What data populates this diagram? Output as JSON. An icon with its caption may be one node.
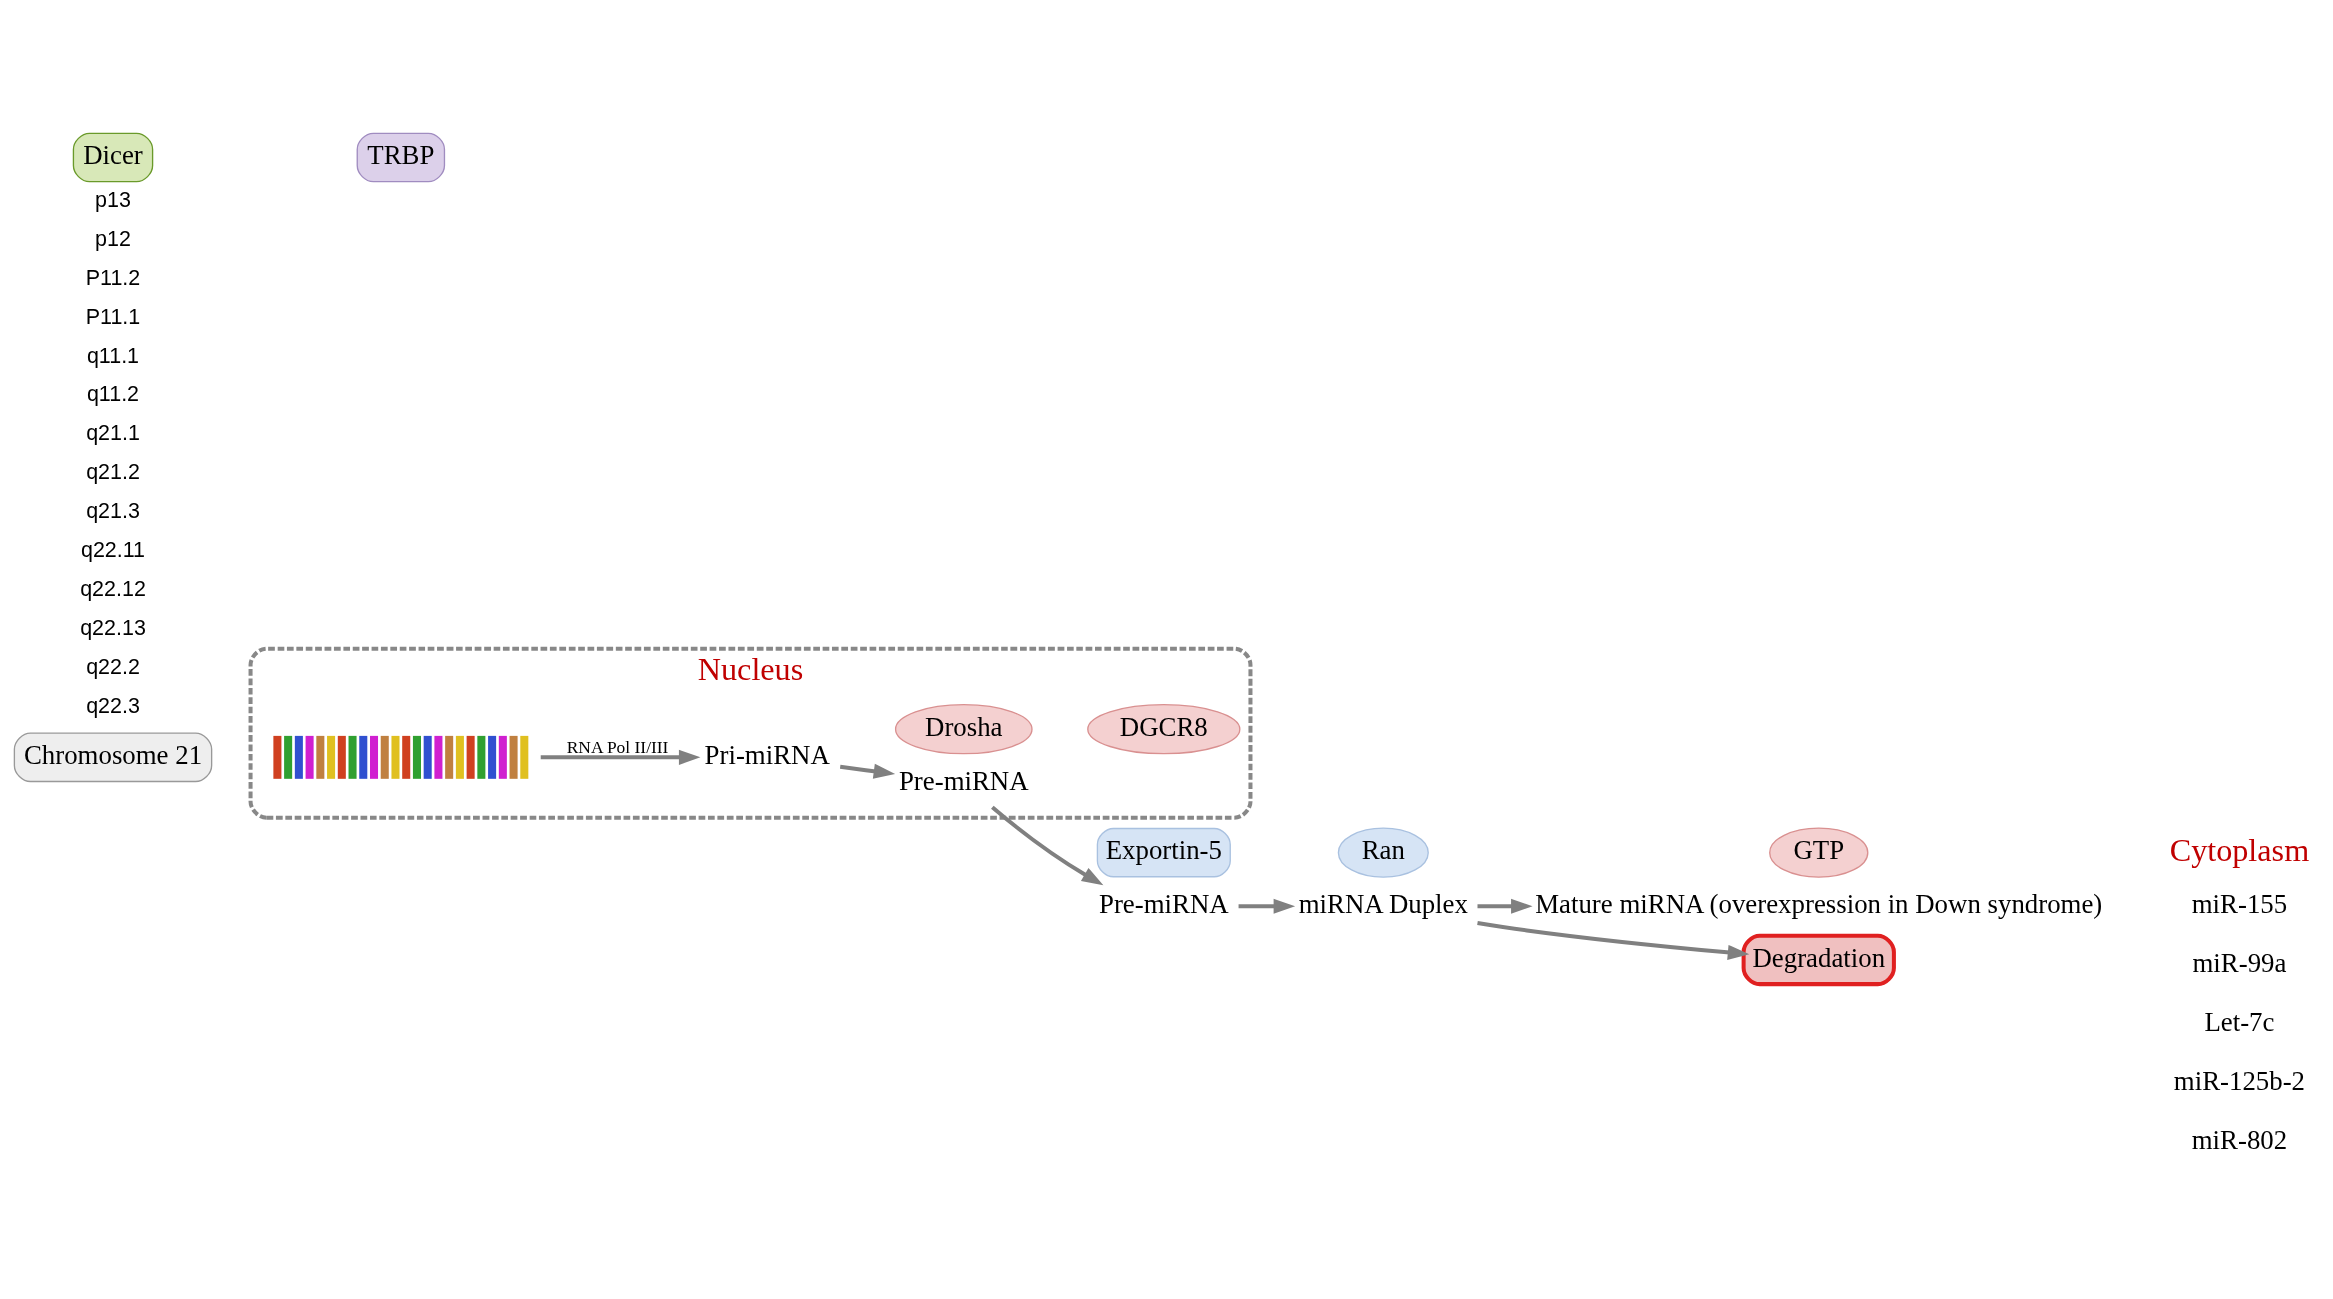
{
  "diagram": {
    "nodes": [
      {
        "text": [
          "Nucleus"
        ]
      },
      {
        "text": [],
        "shape": "picture",
        "in": 0
      },
      {
        "text": [
          "Pri-miRNA"
        ],
        "in": 0
      },
      {
        "text": [
          "Drosha"
        ],
        "in": 0
      },
      {
        "text": [
          "DGCR8"
        ],
        "in": 0
      },
      {
        "text": [
          "Pre-miRNA"
        ],
        "in": 0
      },
      {
        "text": [
          "Exportin-5"
        ]
      },
      {
        "text": [
          "Ran"
        ]
      },
      {
        "text": [
          "GTP"
        ]
      },
      {
        "text": [
          "Pre-miRNA"
        ]
      },
      {
        "text": [
          "Dicer"
        ]
      },
      {
        "text": [
          "TRBP"
        ]
      },
      {
        "text": [
          "miRNA Duplex"
        ]
      },
      {
        "text": [
          "Mature miRNA (overexpression in Down syndrome)"
        ]
      },
      {
        "text": [
          "Degradation"
        ]
      },
      {
        "text": [
          "Chromosome 21"
        ]
      }
    ],
    "edges": [
      {
        "from": 1,
        "to": 2,
        "arrow": "to",
        "label": "RNA Pol II/III"
      },
      {
        "from": 2,
        "to": 5,
        "arrow": "to"
      },
      {
        "from": 5,
        "to": 9,
        "arrow": "to"
      },
      {
        "from": 9,
        "to": 12,
        "arrow": "to"
      },
      {
        "from": 12,
        "to": 13,
        "arrow": "to"
      },
      {
        "from": 12,
        "to": 14,
        "arrow": "to"
      }
    ],
    "labels": [
      "Cytoplasm",
      "p13",
      "p12",
      "P11.2",
      "P11.1",
      "q11.1",
      "q11.2",
      "q21.1",
      "q21.2",
      "q21.3",
      "q22.11",
      "q22.12",
      "q22.13",
      "q22.2",
      "q22.3",
      "miR-155",
      "miR-99a",
      "Let-7c",
      "miR-125b-2",
      "miR-802"
    ]
  }
}
